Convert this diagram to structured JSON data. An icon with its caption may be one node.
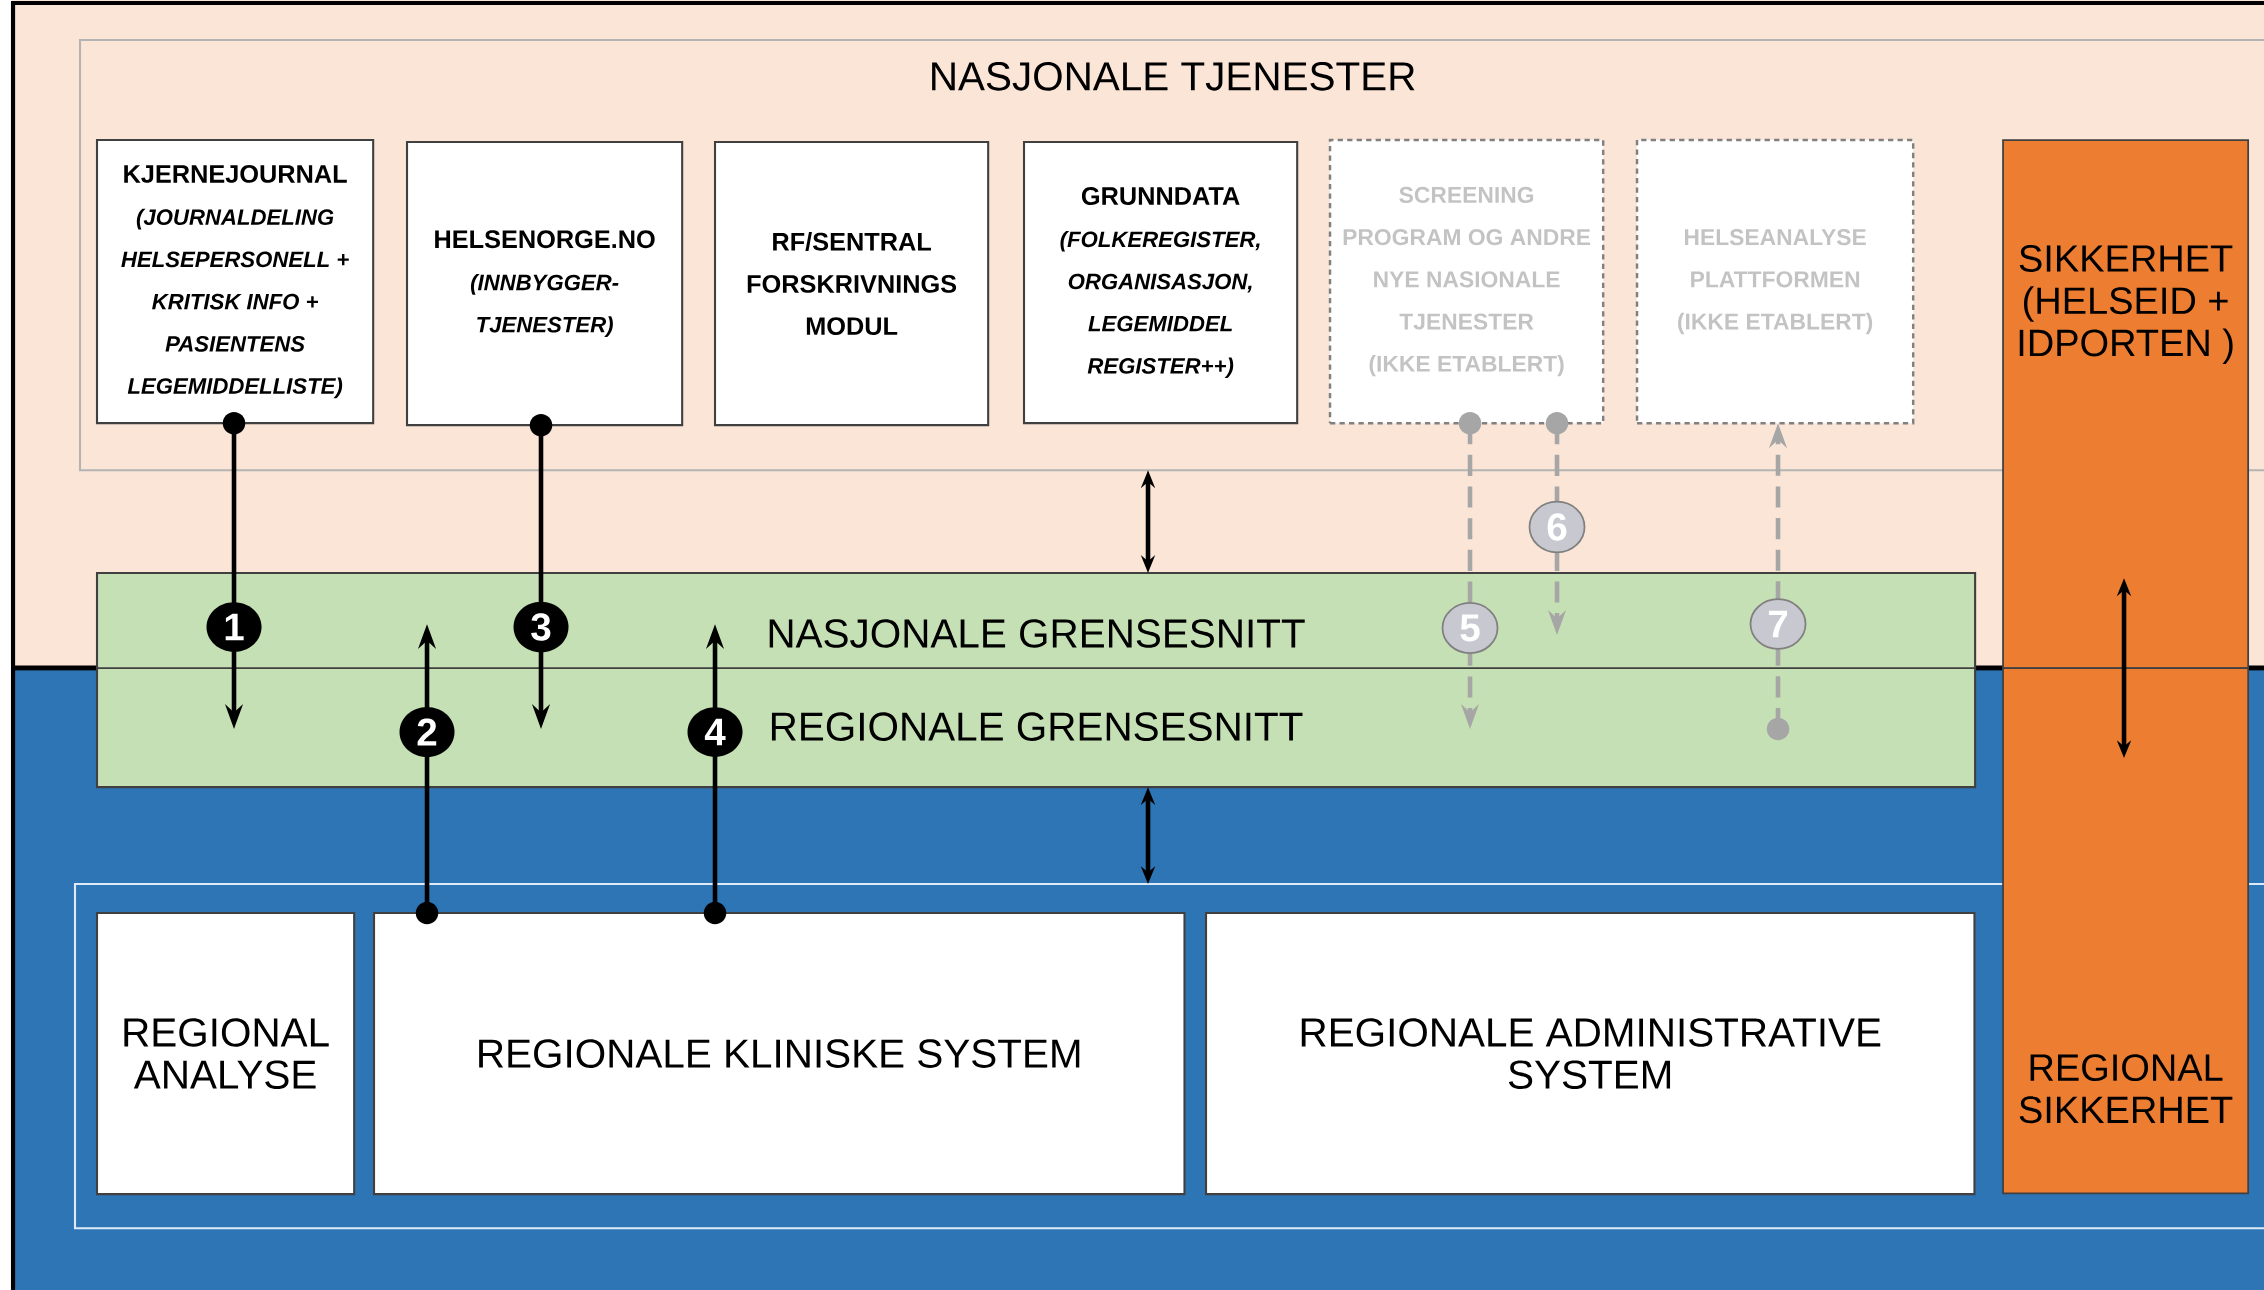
{
  "diagram": {
    "nodes": [
      {
        "text": [
          "NASJONALE TJENESTER"
        ]
      },
      {
        "text": [
          "KJERNEJOURNAL",
          "(JOURNALDELING HELSEPERSONELL + KRITISK INFO + PASIENTENS LEGEMIDDELLISTE)"
        ],
        "in": 0
      },
      {
        "text": [
          "HELSENORGE.NO",
          "(INNBYGGER-TJENESTER)"
        ],
        "in": 0
      },
      {
        "text": [
          "RF/SENTRAL FORSKRIVNINGS MODUL"
        ],
        "in": 0
      },
      {
        "text": [
          "GRUNNDATA",
          "(FOLKEREGISTER, ORGANISASJON, LEGEMIDDEL REGISTER++)"
        ],
        "in": 0
      },
      {
        "text": [
          "SCREENING PROGRAM OG ANDRE NYE NASIONALE TJENESTER",
          "(IKKE ETABLERT)"
        ],
        "in": 0
      },
      {
        "text": [
          "HELSEANALYSE PLATTFORMEN",
          "(IKKE ETABLERT)"
        ],
        "in": 0
      },
      {
        "text": [
          "SIKKERHET (HELSEID + IDPORTEN )"
        ]
      },
      {
        "text": [
          "REGIONAL SIKKERHET"
        ]
      },
      {
        "text": [
          "NASJONALE GRENSESNITT",
          "REGIONALE GRENSESNITT"
        ]
      },
      {
        "text": [],
        "shape": "box"
      },
      {
        "text": [
          "REGIONAL ANALYSE"
        ],
        "in": 10
      },
      {
        "text": [
          "REGIONALE KLINISKE SYSTEM"
        ],
        "in": 10
      },
      {
        "text": [
          "REGIONALE ADMINISTRATIVE SYSTEM"
        ],
        "in": 10
      }
    ],
    "edges": [
      {
        "from": 1,
        "to": 9,
        "arrow": "to",
        "label": "1"
      },
      {
        "from": 12,
        "to": 9,
        "arrow": "to",
        "label": "2"
      },
      {
        "from": 2,
        "to": 9,
        "arrow": "to",
        "label": "3"
      },
      {
        "from": 12,
        "to": 9,
        "arrow": "to",
        "label": "4"
      },
      {
        "from": 0,
        "to": 9,
        "arrow": "both"
      },
      {
        "from": 9,
        "to": 10,
        "arrow": "both"
      },
      {
        "from": 5,
        "to": 9,
        "arrow": "to",
        "label": "5",
        "style": "dashed",
        "color": "#a6a6a6"
      },
      {
        "from": 5,
        "to": 9,
        "arrow": "to",
        "label": "6",
        "style": "dashed",
        "color": "#a6a6a6"
      },
      {
        "from": 9,
        "to": 6,
        "arrow": "to",
        "label": "7",
        "style": "dashed",
        "color": "#a6a6a6"
      },
      {
        "from": 7,
        "to": 8,
        "arrow": "both"
      }
    ]
  }
}
